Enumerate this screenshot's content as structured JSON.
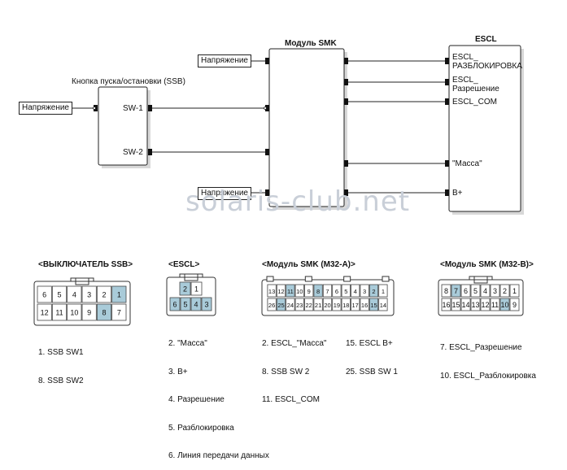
{
  "modules": {
    "ssb": {
      "title": "Кнопка пуска/остановки (SSB)",
      "pin1": "SW-1",
      "pin2": "SW-2"
    },
    "smk": {
      "title": "Модуль SMK"
    },
    "escl": {
      "title": "ESCL",
      "pins": [
        "ESCL_\nРАЗБЛОКИРОВКА",
        "ESCL_\nРазрешение",
        "ESCL_COM",
        "\"Масса\"",
        "B+"
      ]
    }
  },
  "voltage_label": "Напряжение",
  "watermark": "solaris-club.net",
  "connectors": {
    "ssb": {
      "title": "<ВЫКЛЮЧАТЕЛЬ SSB>",
      "row1": [
        "6",
        "5",
        "4",
        "3",
        "2",
        "1"
      ],
      "row2": [
        "12",
        "11",
        "10",
        "9",
        "8",
        "7"
      ],
      "highlight": [
        "1",
        "8"
      ],
      "notes": [
        "1. SSB SW1",
        "8. SSB SW2"
      ]
    },
    "escl": {
      "title": "<ESCL>",
      "row1": [
        "2",
        "1"
      ],
      "row2": [
        "6",
        "5",
        "4",
        "3"
      ],
      "highlight": [
        "2",
        "6",
        "5",
        "4",
        "3"
      ],
      "notes": [
        "2. \"Масса\"",
        "3. B+",
        "4. Разрешение",
        "5. Разблокировка",
        "6. Линия передачи данных"
      ]
    },
    "m32a": {
      "title": "<Модуль SMK (M32-A)>",
      "row1": [
        "13",
        "12",
        "11",
        "10",
        "9",
        "8",
        "7",
        "6",
        "5",
        "4",
        "3",
        "2",
        "1"
      ],
      "row2": [
        "26",
        "25",
        "24",
        "23",
        "22",
        "21",
        "20",
        "19",
        "18",
        "17",
        "16",
        "15",
        "14"
      ],
      "highlight": [
        "11",
        "8",
        "2",
        "25",
        "15"
      ],
      "notes_left": [
        "2. ESCL_\"Масса\"",
        "8. SSB SW 2",
        "11. ESCL_COM"
      ],
      "notes_right": [
        "15. ESCL B+",
        "25. SSB SW 1"
      ]
    },
    "m32b": {
      "title": "<Модуль SMK (M32-B)>",
      "row1": [
        "8",
        "7",
        "6",
        "5",
        "4",
        "3",
        "2",
        "1"
      ],
      "row2": [
        "16",
        "15",
        "14",
        "13",
        "12",
        "11",
        "10",
        "9"
      ],
      "highlight": [
        "7",
        "10"
      ],
      "notes": [
        "7. ESCL_Разрешение",
        "10. ESCL_Разблокировка"
      ]
    }
  },
  "colors": {
    "highlight": "#a9cbd9",
    "line": "#222222"
  }
}
